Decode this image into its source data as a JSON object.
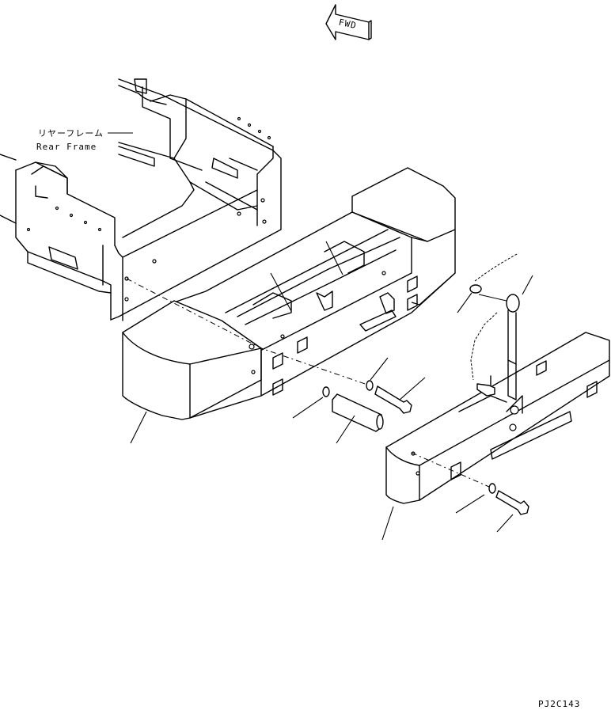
{
  "fwd_label": "FWD",
  "frame_label_jp": "リヤーフレーム",
  "frame_label_en": "Rear Frame",
  "drawing_code": "PJ2C143"
}
